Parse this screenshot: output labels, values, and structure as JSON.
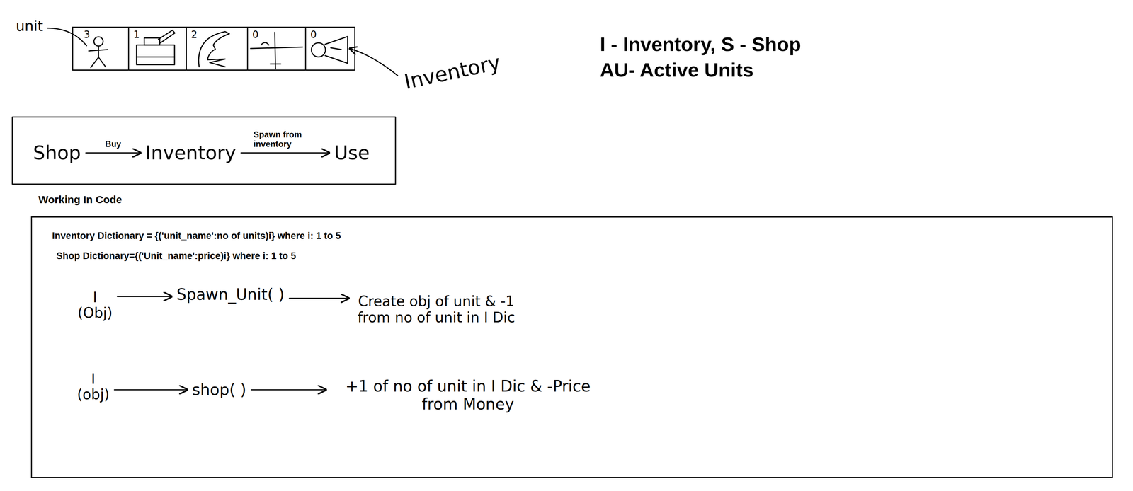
{
  "diagram": {
    "nodes": [
      {
        "text": [
          "3"
        ]
      },
      {
        "text": [
          "1"
        ]
      },
      {
        "text": [
          "2"
        ]
      },
      {
        "text": [
          "0"
        ]
      },
      {
        "text": [
          "0"
        ]
      },
      {
        "text": [
          "Shop"
        ]
      },
      {
        "text": [
          "Inventory"
        ]
      },
      {
        "text": [
          "Use"
        ]
      },
      {
        "text": [
          "Working In Code",
          "Inventory Dictionary = {('unit_name':no of units)i} where i: 1 to 5",
          "Shop Dictionary={('Unit_name':price)i} where i: 1 to 5"
        ]
      },
      {
        "text": [
          "I (Obj)"
        ],
        "in": 8
      },
      {
        "text": [
          "Spawn_Unit( )"
        ],
        "in": 8
      },
      {
        "text": [
          "Create obj of unit & -1 from no of unit in I Dic"
        ],
        "in": 8
      },
      {
        "text": [
          "I (obj)"
        ],
        "in": 8
      },
      {
        "text": [
          "shop( )"
        ],
        "in": 8
      },
      {
        "text": [
          "+1 of no of unit in I Dic & -Price from Money"
        ],
        "in": 8
      }
    ],
    "edges": [
      {
        "from": 5,
        "to": 6,
        "label": "Buy",
        "arrow": "to"
      },
      {
        "from": 6,
        "to": 7,
        "label": "Spawn from inventory",
        "arrow": "to"
      },
      {
        "from": 9,
        "to": 10,
        "arrow": "to"
      },
      {
        "from": 10,
        "to": 11,
        "arrow": "to"
      },
      {
        "from": 12,
        "to": 13,
        "arrow": "to"
      },
      {
        "from": 13,
        "to": 14,
        "arrow": "to"
      }
    ],
    "labels": [
      "unit",
      "Inventory",
      "I - Inventory, S - Shop",
      "AU- Active Units"
    ]
  }
}
